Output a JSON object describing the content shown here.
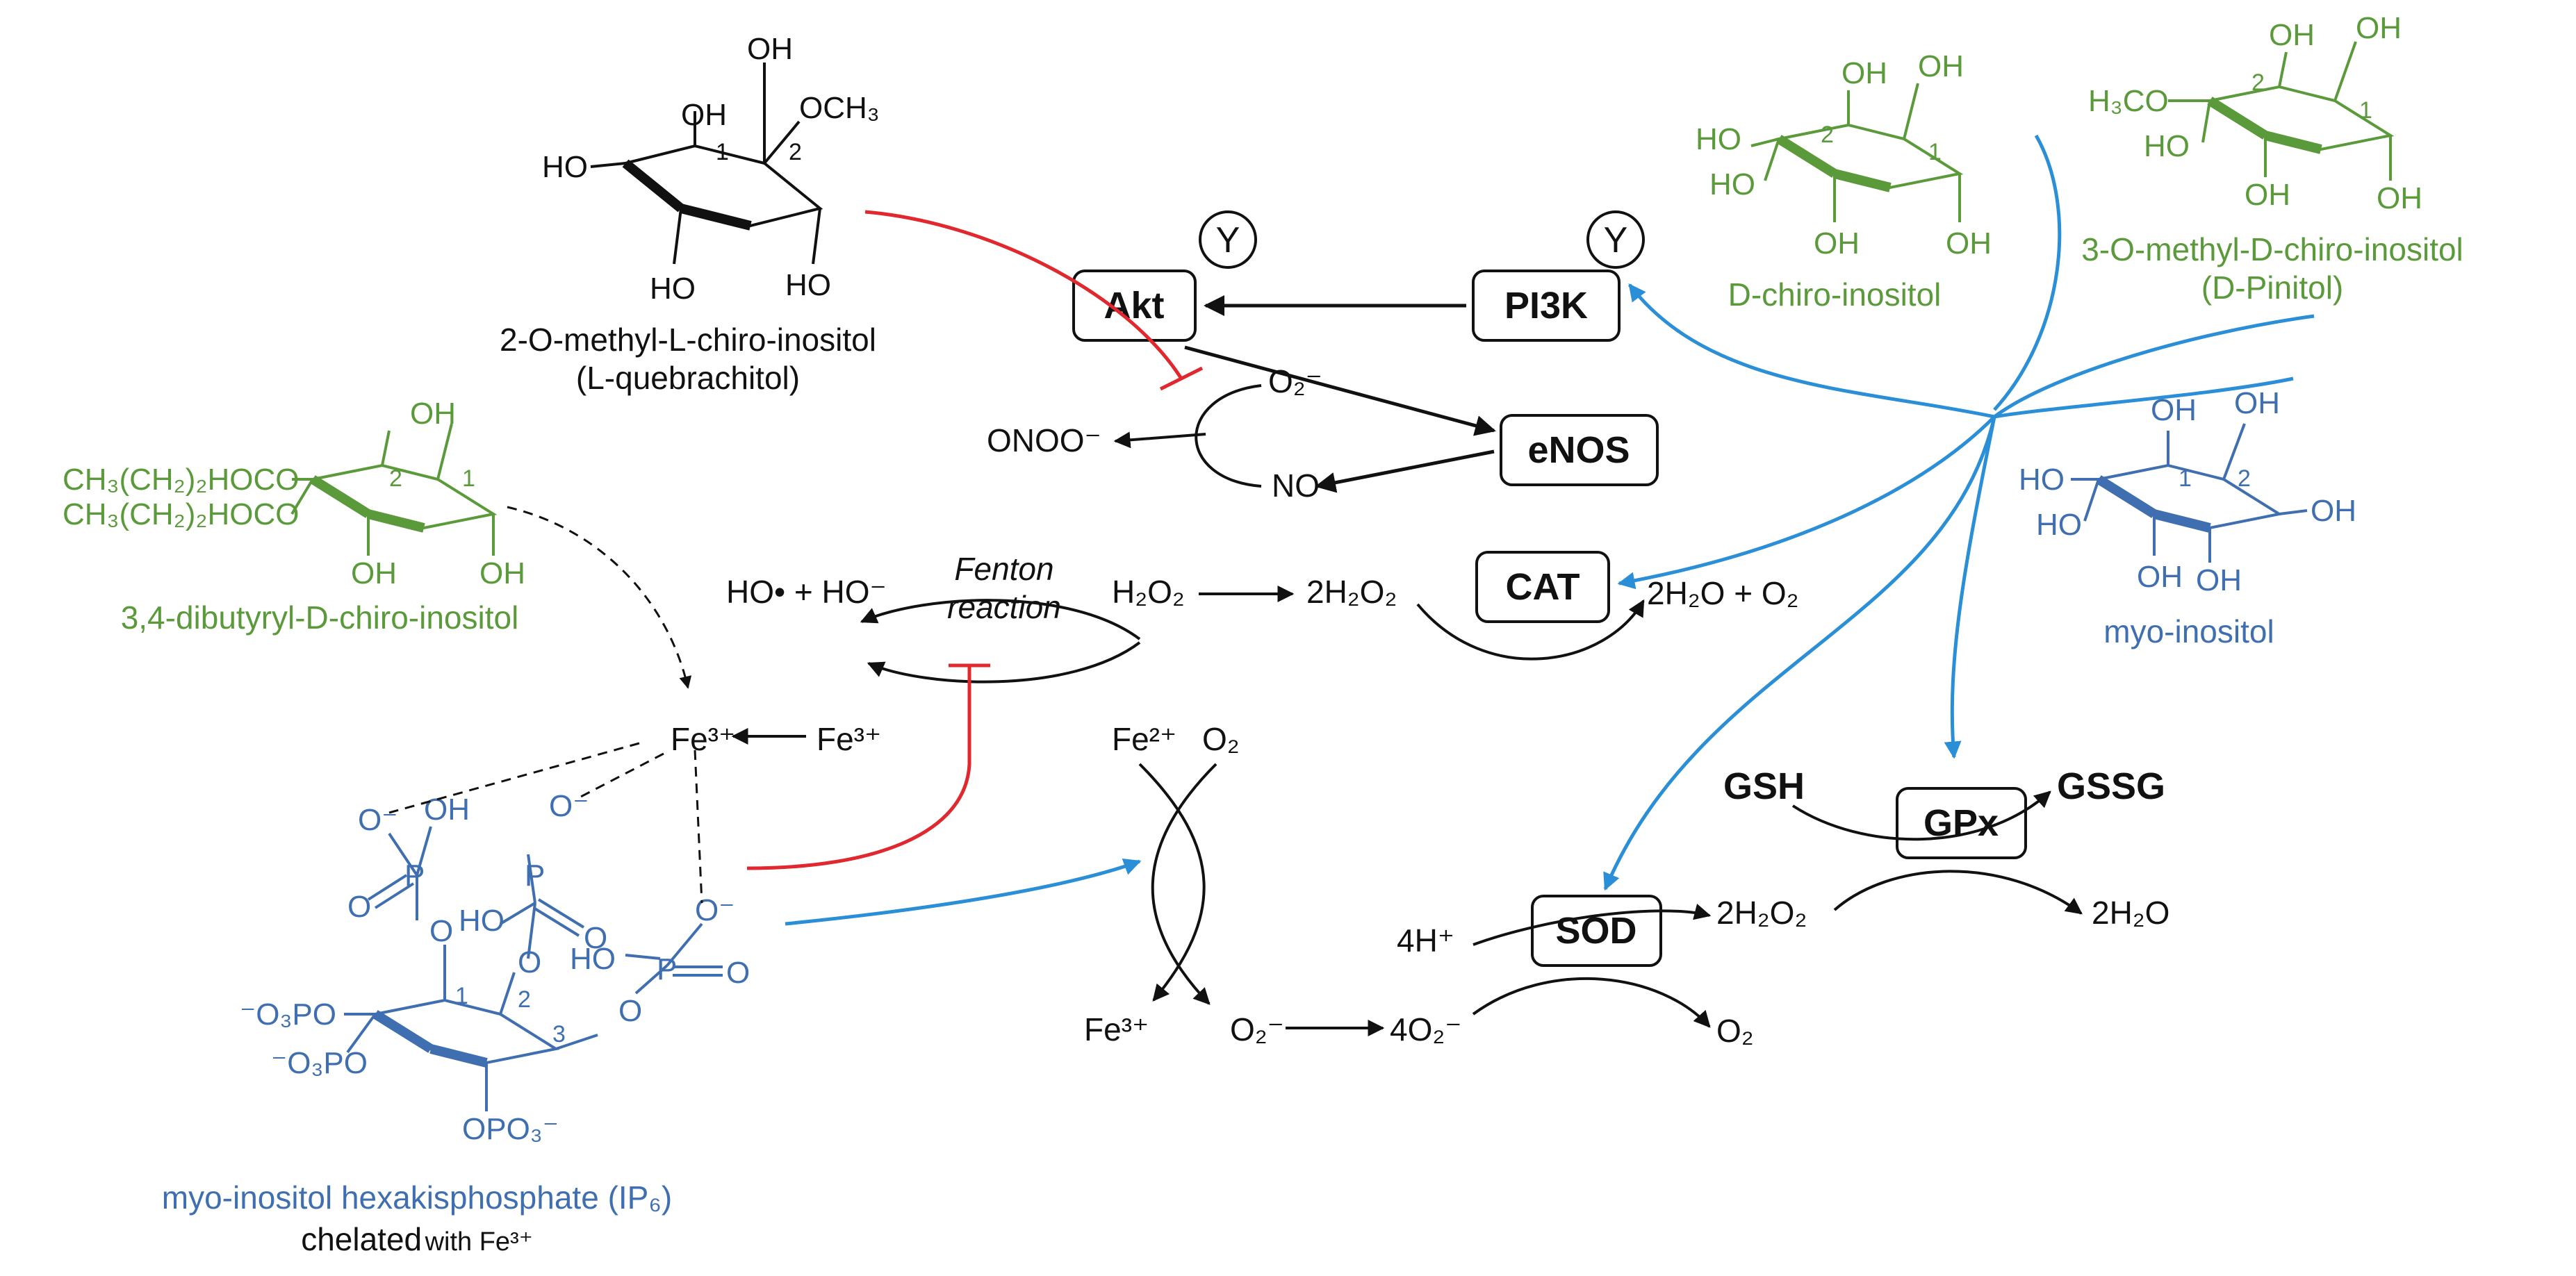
{
  "colors": {
    "ink": "#111111",
    "green": "#5b9a3a",
    "blue": "#3f6fb0",
    "red": "#e0282e",
    "arrow_blue": "#2a8fd6"
  },
  "enzymes": {
    "akt": "Akt",
    "pi3k": "PI3K",
    "enos": "eNOS",
    "cat": "CAT",
    "sod": "SOD",
    "gpx": "GPx",
    "receptor": "Y"
  },
  "compounds": {
    "quebrachitol": {
      "name": "2-O-methyl-L-chiro-inositol",
      "common": "(L-quebrachitol)",
      "labels": [
        "OH",
        "OCH₃",
        "OH",
        "HO",
        "HO",
        "HO",
        "1",
        "2"
      ]
    },
    "dci": {
      "name": "D-chiro-inositol",
      "labels": [
        "OH",
        "OH",
        "HO",
        "HO",
        "OH",
        "OH",
        "2",
        "1"
      ]
    },
    "pinitol": {
      "name": "3-O-methyl-D-chiro-inositol",
      "common": "(D-Pinitol)",
      "labels": [
        "OH",
        "OH",
        "H₃CO",
        "HO",
        "OH",
        "OH",
        "2",
        "1"
      ]
    },
    "myo": {
      "name": "myo-inositol",
      "labels": [
        "OH",
        "OH",
        "HO",
        "HO",
        "OH",
        "OH",
        "OH",
        "1",
        "2"
      ]
    },
    "dibutyryl": {
      "name": "3,4-dibutyryl-D-chiro-inositol",
      "labels": [
        "OH",
        "CH₃(CH₂)₂HOCO",
        "CH₃(CH₂)₂HOCO",
        "OH",
        "OH",
        "2",
        "1"
      ]
    },
    "ip6": {
      "name": "myo-inositol hexakisphosphate (IP₆)",
      "chelated": "chelated",
      "with": "with Fe³⁺",
      "labels": [
        "O⁻",
        "OH",
        "O⁻",
        "P",
        "O",
        "HO",
        "O",
        "P",
        "O",
        "O",
        "O⁻",
        "HO",
        "P",
        "O",
        "O",
        "⁻O₃PO",
        "⁻O₃PO",
        "OPO₃⁻",
        "1",
        "2",
        "3"
      ]
    }
  },
  "species": {
    "o2_minus": "O₂⁻",
    "onoo": "ONOO⁻",
    "no": "NO",
    "ho_radical": "HO• + HO⁻",
    "fenton": "Fenton",
    "reaction": "reaction",
    "h2o2_a": "H₂O₂",
    "h2o2_b": "2H₂O₂",
    "h2o_o2": "2H₂O + O₂",
    "fe3_chel": "Fe³⁺",
    "fe3_mid": "Fe³⁺",
    "fe2": "Fe²⁺",
    "o2": "O₂",
    "fe3_low": "Fe³⁺",
    "o2_minus_low": "O₂⁻",
    "four_o2": "4O₂⁻",
    "four_h": "4H⁺",
    "h2o2_sod": "2H₂O₂",
    "o2_sod": "O₂",
    "gsh": "GSH",
    "gssg": "GSSG",
    "h2o_gpx": "2H₂O"
  }
}
